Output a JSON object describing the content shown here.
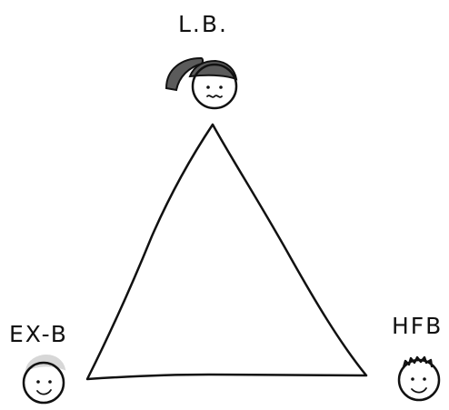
{
  "nodes": {
    "top": {
      "label": "L.B."
    },
    "bottom_left": {
      "label": "EX-B"
    },
    "bottom_right": {
      "label": "HFB"
    }
  },
  "colors": {
    "stroke": "#111111",
    "hair_dark": "#5b5b5b",
    "hair_light": "#d7d7d7",
    "background": "#ffffff"
  },
  "icons": {
    "top_face": "ponytail-face-icon",
    "bottom_left_face": "light-hair-face-icon",
    "bottom_right_face": "spiky-hair-face-icon"
  }
}
